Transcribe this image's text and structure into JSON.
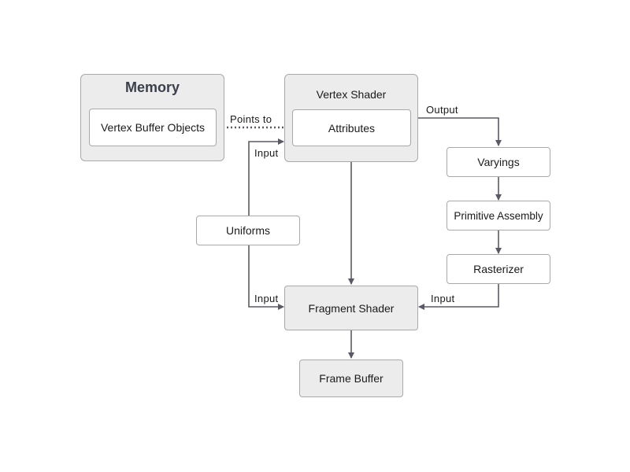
{
  "memory": {
    "title": "Memory",
    "vbo_label": "Vertex Buffer Objects"
  },
  "vertex_shader": {
    "title": "Vertex Shader",
    "attributes_label": "Attributes"
  },
  "uniforms_label": "Uniforms",
  "fragment_shader_label": "Fragment Shader",
  "frame_buffer_label": "Frame Buffer",
  "pipeline": {
    "varyings_label": "Varyings",
    "primitive_assembly_label": "Primitive Assembly",
    "rasterizer_label": "Rasterizer"
  },
  "edges": {
    "points_to": "Points to",
    "output": "Output",
    "input_vertex": "Input",
    "input_fragment_left": "Input",
    "input_fragment_right": "Input"
  },
  "colors": {
    "line": "#5a5a66",
    "border": "#a9a9a9",
    "box_fill_gray": "#ececec"
  }
}
